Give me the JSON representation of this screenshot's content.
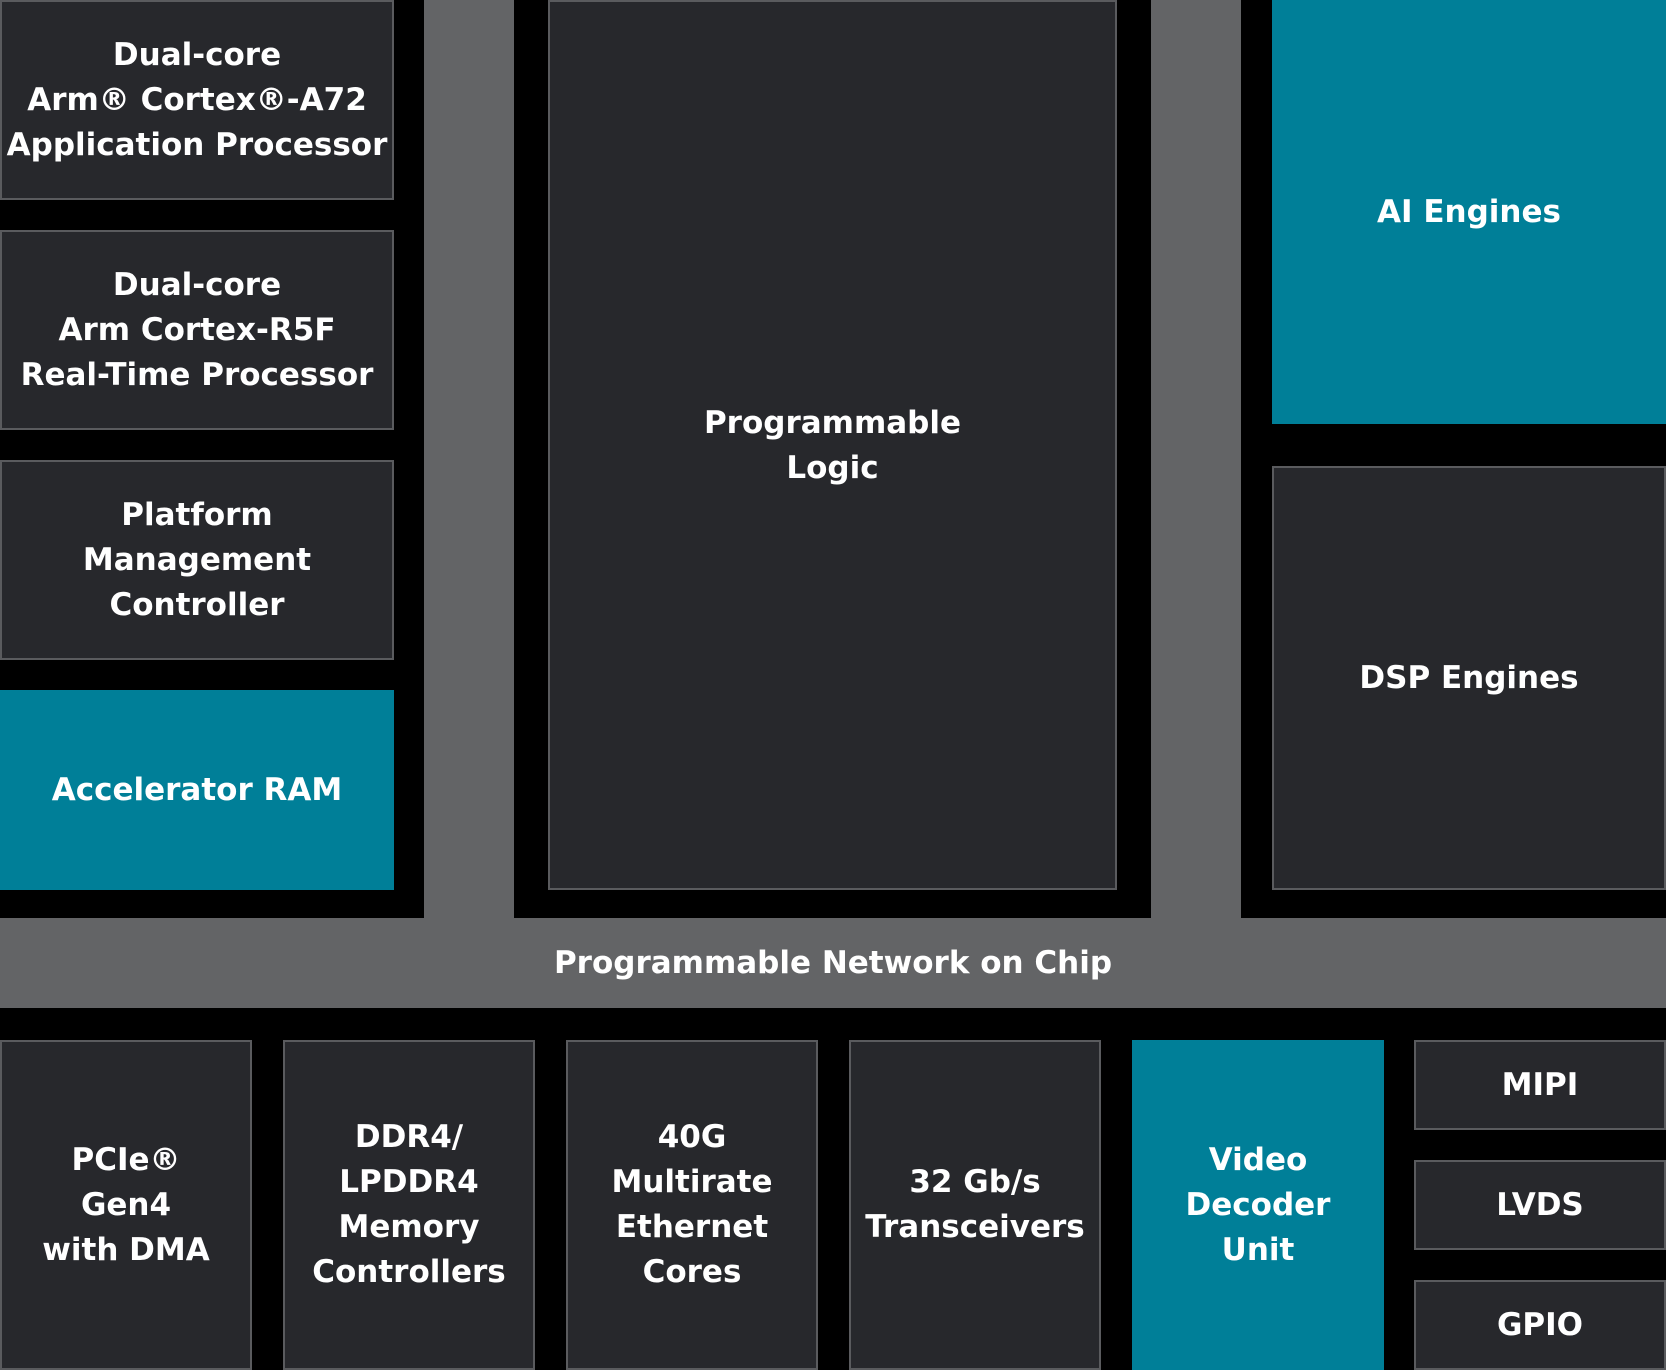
{
  "colors": {
    "background": "#000000",
    "noc_gray": "#636466",
    "block_dark": "#27282c",
    "block_accent": "#007f98",
    "text": "#ffffff"
  },
  "processors": {
    "apu": "Dual-core\nArm® Cortex®-A72\nApplication Processor",
    "rpu": "Dual-core\nArm Cortex-R5F\nReal-Time Processor",
    "pmc": "Platform\nManagement\nController",
    "accel_ram": "Accelerator RAM"
  },
  "fabric": {
    "programmable_logic": "Programmable\nLogic"
  },
  "engines": {
    "ai": "AI Engines",
    "dsp": "DSP Engines"
  },
  "noc": {
    "label": "Programmable Network on Chip"
  },
  "io": {
    "pcie": "PCIe®\nGen4\nwith DMA",
    "ddr": "DDR4/\nLPDDR4\nMemory\nControllers",
    "ethernet": "40G\nMultirate\nEthernet\nCores",
    "transceivers": "32 Gb/s\nTransceivers",
    "vdu": "Video Decoder\nUnit",
    "mipi": "MIPI",
    "lvds": "LVDS",
    "gpio": "GPIO"
  }
}
